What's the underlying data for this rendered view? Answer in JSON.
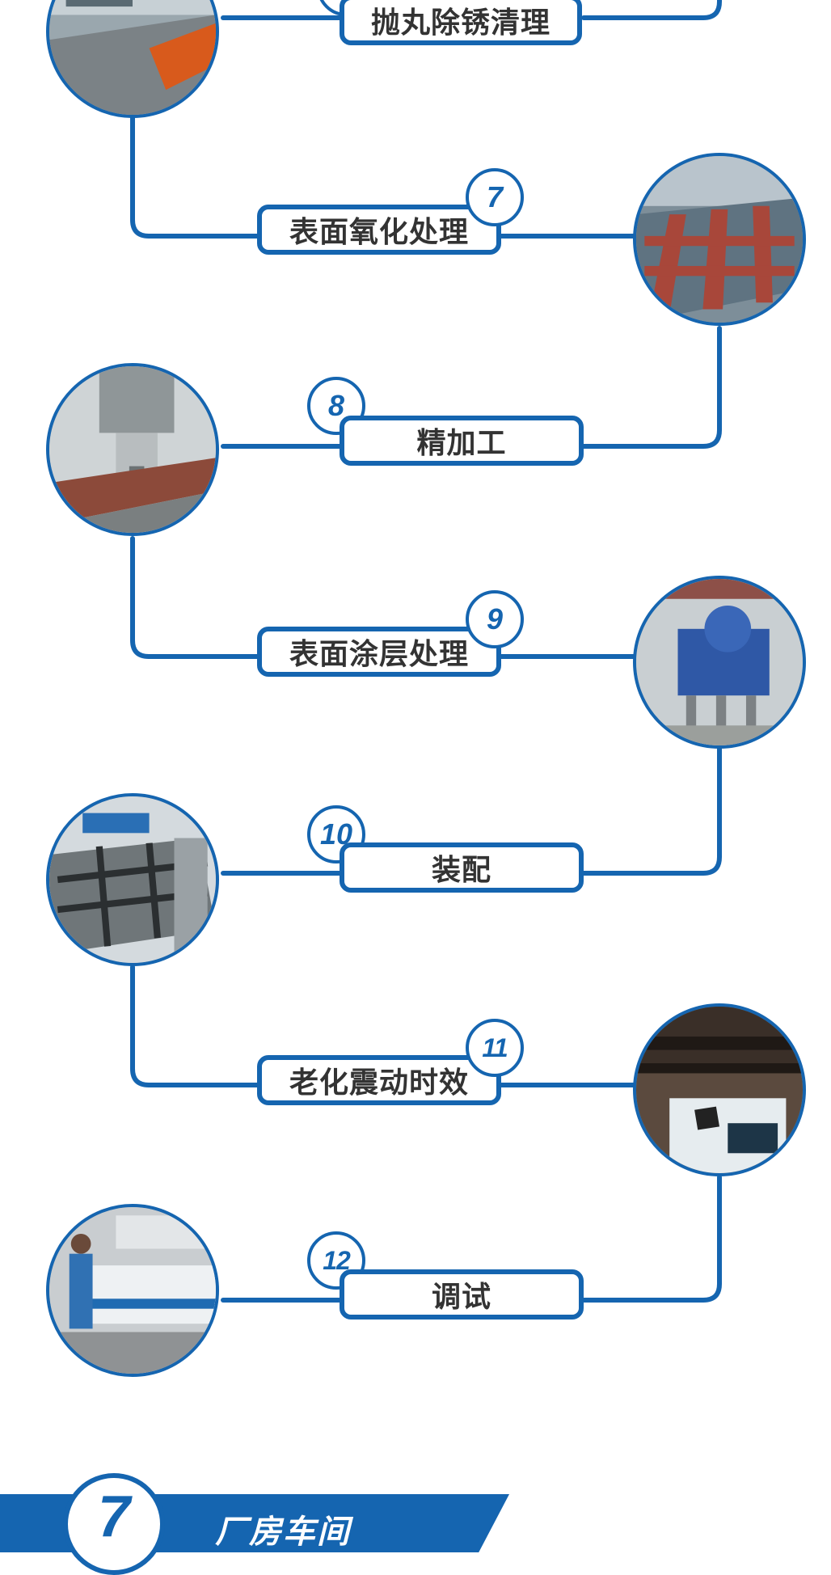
{
  "colors": {
    "accent": "#1565b0",
    "label_text": "#333333",
    "background": "#ffffff"
  },
  "steps": [
    {
      "number": "",
      "label": "抛丸除锈清理",
      "photo_icon": "shot-blasting-line-photo"
    },
    {
      "number": "7",
      "label": "表面氧化处理",
      "photo_icon": "oxidized-steel-frame-photo"
    },
    {
      "number": "8",
      "label": "精加工",
      "photo_icon": "milling-machine-photo"
    },
    {
      "number": "9",
      "label": "表面涂层处理",
      "photo_icon": "coating-equipment-photo"
    },
    {
      "number": "10",
      "label": "装配",
      "photo_icon": "laser-cutter-assembly-photo"
    },
    {
      "number": "11",
      "label": "老化震动时效",
      "photo_icon": "vibration-aging-device-photo"
    },
    {
      "number": "12",
      "label": "调试",
      "photo_icon": "machine-debugging-photo"
    }
  ],
  "section": {
    "number": "7",
    "title": "厂房车间"
  }
}
